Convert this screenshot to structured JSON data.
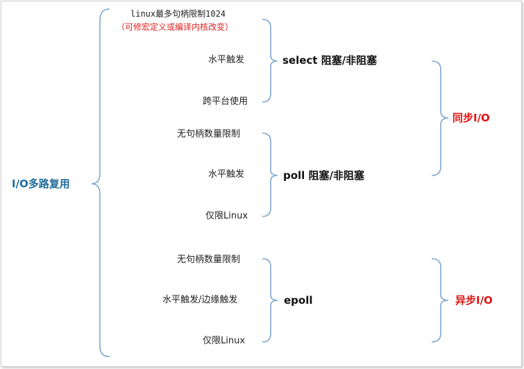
{
  "root": {
    "label": "I/O多路复用"
  },
  "groups": {
    "select": {
      "label": "select 阻塞/非阻塞",
      "limit": "linux最多句柄限制1024",
      "limit_note": "（可修宏定义或编译内核改变）",
      "trigger": "水平触发",
      "platform": "跨平台使用"
    },
    "poll": {
      "label": "poll 阻塞/非阻塞",
      "limit": "无句柄数量限制",
      "trigger": "水平触发",
      "platform": "仅限Linux"
    },
    "epoll": {
      "label": "epoll",
      "limit": "无句柄数量限制",
      "trigger": "水平触发/边缘触发",
      "platform": "仅限Linux"
    }
  },
  "categories": {
    "sync": "同步I/O",
    "async": "异步I/O"
  },
  "colors": {
    "root": "#1e6b9a",
    "category": "#e01010",
    "note": "#e02020",
    "bracket": "#7ea7d0"
  }
}
